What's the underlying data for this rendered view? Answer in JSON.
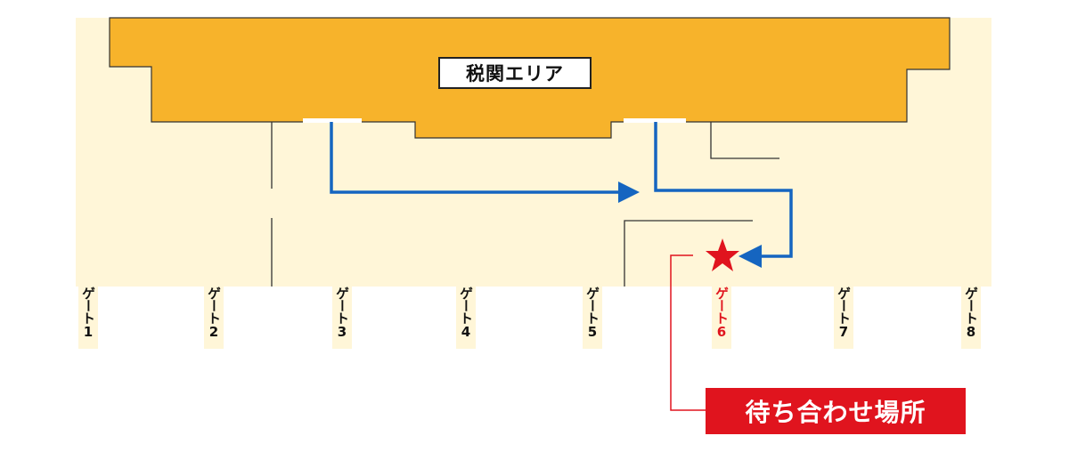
{
  "map": {
    "area_label": "税関エリア",
    "colors": {
      "background": "#fff6d8",
      "customs_area": "#f7b32b",
      "route": "#1565c0",
      "highlight": "#e0141e",
      "line": "#333333"
    },
    "gates": [
      {
        "label": "ゲート1",
        "highlight": false
      },
      {
        "label": "ゲート2",
        "highlight": false
      },
      {
        "label": "ゲート3",
        "highlight": false
      },
      {
        "label": "ゲート4",
        "highlight": false
      },
      {
        "label": "ゲート5",
        "highlight": false
      },
      {
        "label": "ゲート6",
        "highlight": true
      },
      {
        "label": "ゲート7",
        "highlight": false
      },
      {
        "label": "ゲート8",
        "highlight": false
      }
    ],
    "meeting_point": {
      "label": "待ち合わせ場所",
      "marker": "star-icon"
    }
  }
}
